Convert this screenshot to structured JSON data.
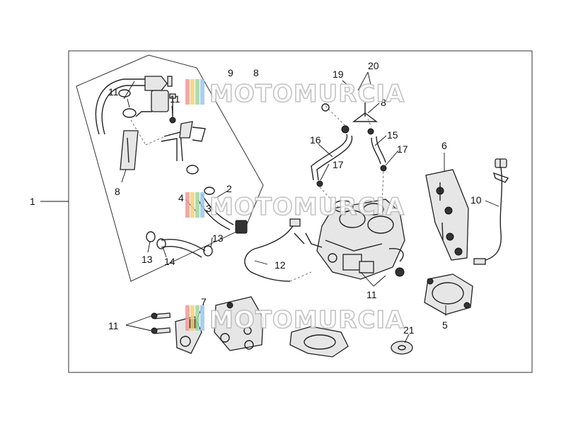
{
  "diagram": {
    "callouts": [
      {
        "id": "c1",
        "text": "1"
      },
      {
        "id": "c11a",
        "text": "11"
      },
      {
        "id": "c11b",
        "text": "11"
      },
      {
        "id": "c9",
        "text": "9"
      },
      {
        "id": "c8a",
        "text": "8"
      },
      {
        "id": "c8b",
        "text": "8"
      },
      {
        "id": "c8c",
        "text": "8"
      },
      {
        "id": "c19",
        "text": "19"
      },
      {
        "id": "c20",
        "text": "20"
      },
      {
        "id": "c16",
        "text": "16"
      },
      {
        "id": "c17a",
        "text": "17"
      },
      {
        "id": "c17b",
        "text": "17"
      },
      {
        "id": "c15",
        "text": "15"
      },
      {
        "id": "c6",
        "text": "6"
      },
      {
        "id": "c10",
        "text": "10"
      },
      {
        "id": "c4",
        "text": "4"
      },
      {
        "id": "c2",
        "text": "2"
      },
      {
        "id": "c3",
        "text": "3"
      },
      {
        "id": "c13a",
        "text": "13"
      },
      {
        "id": "c13b",
        "text": "13"
      },
      {
        "id": "c14",
        "text": "14"
      },
      {
        "id": "c12",
        "text": "12"
      },
      {
        "id": "c11c",
        "text": "11"
      },
      {
        "id": "c7",
        "text": "7"
      },
      {
        "id": "c11d",
        "text": "11"
      },
      {
        "id": "c5",
        "text": "5"
      },
      {
        "id": "c21",
        "text": "21"
      }
    ]
  },
  "watermark": {
    "text": "MOTOMURCIA",
    "colors": [
      "#f29a9a",
      "#f4d27a",
      "#9fd6a0",
      "#9cc7ea"
    ]
  },
  "colors": {
    "line": "#222222",
    "frame": "#333333",
    "background": "#ffffff"
  }
}
